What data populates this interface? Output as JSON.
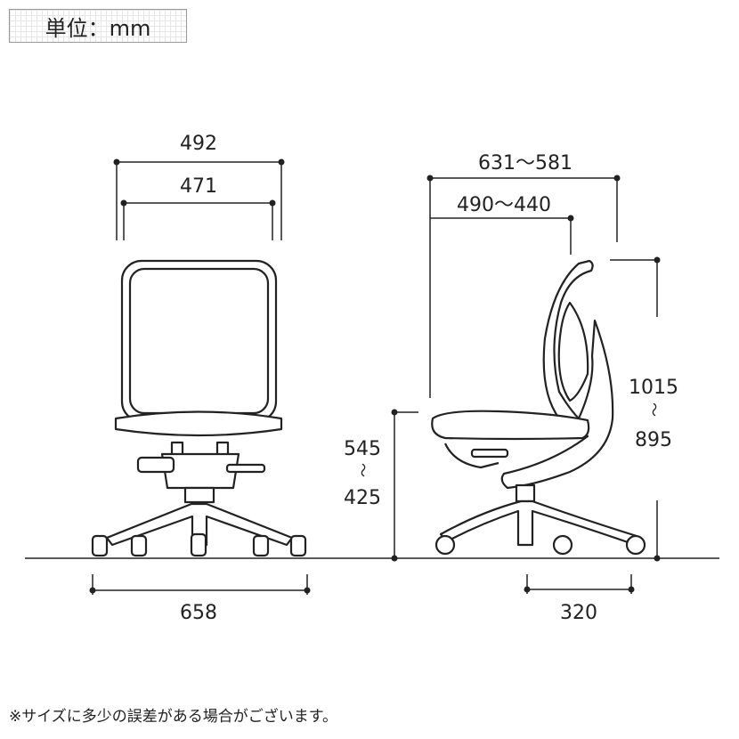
{
  "header": {
    "unit_label": "単位：mm"
  },
  "front_view": {
    "overall_width": "492",
    "back_width": "471",
    "base_width": "658"
  },
  "side_view": {
    "overall_depth": "631〜581",
    "seat_depth": "490〜440",
    "seat_height_max": "545",
    "seat_height_sep": "〜",
    "seat_height_min": "425",
    "overall_height_max": "1015",
    "overall_height_sep": "〜",
    "overall_height_min": "895",
    "caster_span": "320"
  },
  "footer": {
    "note": "※サイズに多少の誤差がある場合がございます。"
  }
}
